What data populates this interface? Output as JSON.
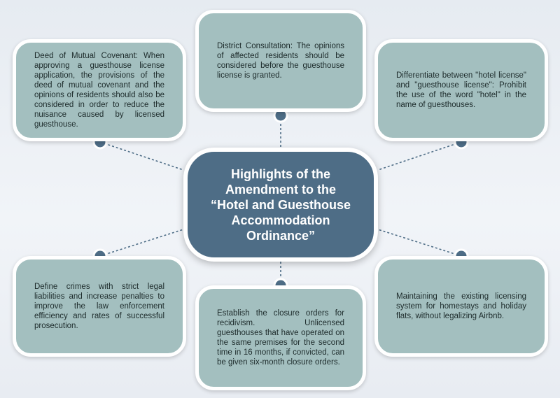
{
  "center": {
    "title": "Highlights of the\nAmendment  to the\n“Hotel and Guesthouse\nAccommodation\nOrdinance”"
  },
  "boxes": {
    "deed_of_mutual_covenant": "Deed of Mutual Covenant: When approving a guesthouse license application, the provisions of the deed of mutual covenant and the opinions of residents should also be considered in order to reduce the nuisance caused by licensed guesthouse.",
    "district_consultation": "District Consultation: The opinions of affected residents should be considered before the guesthouse license is granted.",
    "differentiate_license": "Differentiate between \"hotel license\" and \"guesthouse license\": Prohibit the use of the word \"hotel\" in the name of guesthouses.",
    "define_crimes": "Define crimes with strict legal liabilities and increase penalties to improve the law enforcement efficiency and rates of successful prosecution.",
    "closure_orders": "Establish the closure orders for recidivism. Unlicensed guesthouses that have operated on the same premises for the second time in 16 months, if convicted, can be given six-month closure orders.",
    "maintain_licensing": "Maintaining the existing licensing system for homestays and holiday flats, without legalizing Airbnb."
  },
  "colors": {
    "box_fill": "#a3bfbf",
    "center_fill": "#4e6d86",
    "dot_fill": "#4e6d86",
    "connector": "#4e6d86",
    "border": "#ffffff"
  }
}
